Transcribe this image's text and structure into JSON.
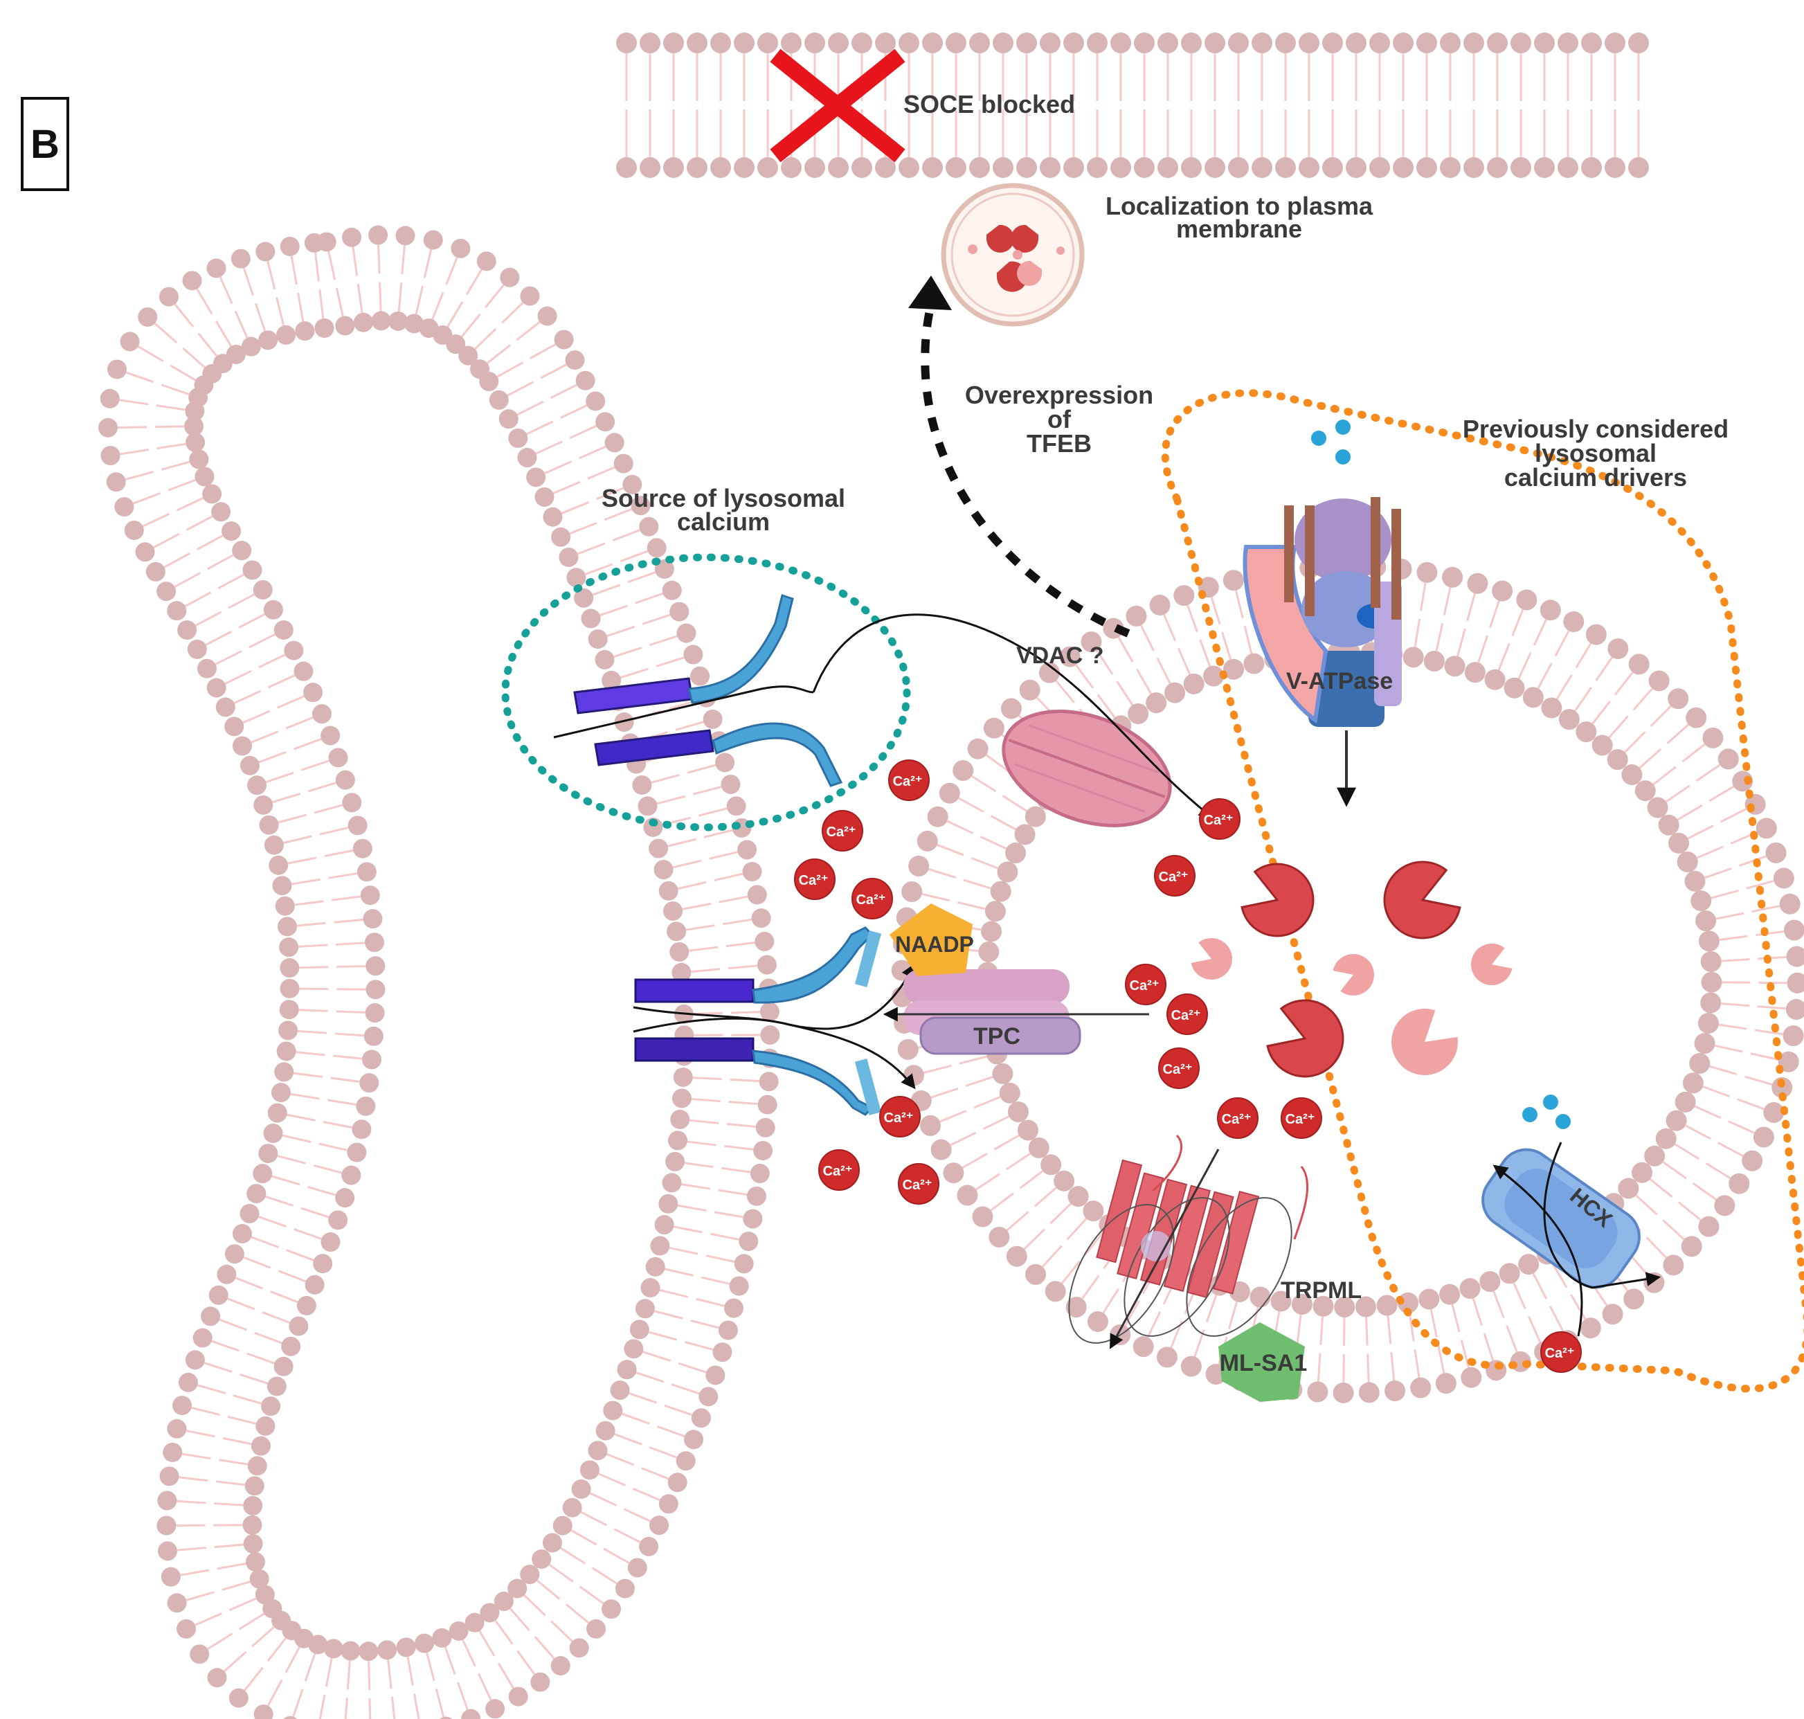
{
  "panel_label": "B",
  "labels": {
    "soce": "SOCE blocked",
    "localization_1": "Localization to plasma",
    "localization_2": "membrane",
    "overexpression_1": "Overexpression",
    "overexpression_2": "of",
    "overexpression_3": "TFEB",
    "previously_1": "Previously considered",
    "previously_2": "lysosomal",
    "previously_3": "calcium drivers",
    "source_1": "Source of lysosomal",
    "source_2": "calcium",
    "vdac": "VDAC ?",
    "vatpase": "V-ATPase",
    "naadp": "NAADP",
    "tpc": "TPC",
    "trpml": "TRPML",
    "mlsa1": "ML-SA1",
    "hcx": "HCX",
    "calcium_ion": "Ca²⁺"
  },
  "colors": {
    "membrane_head": "#d8b4b4",
    "membrane_tail": "#f6c9c9",
    "block_x": "#e8141b",
    "teal_outline": "#15a19a",
    "orange_outline": "#f78a1d",
    "calcium": "#cf2b2b",
    "ip3r_dark": "#3d2ac8",
    "ip3r_light": "#4aa3d6",
    "naadp": "#f7b032",
    "mlsa1": "#6fbe6f",
    "tpc": "#c8a0c0",
    "vdac": "#e597aa",
    "hcx": "#8fb8e8",
    "trpml": "#e0606a",
    "enzyme": "#d9464c"
  }
}
